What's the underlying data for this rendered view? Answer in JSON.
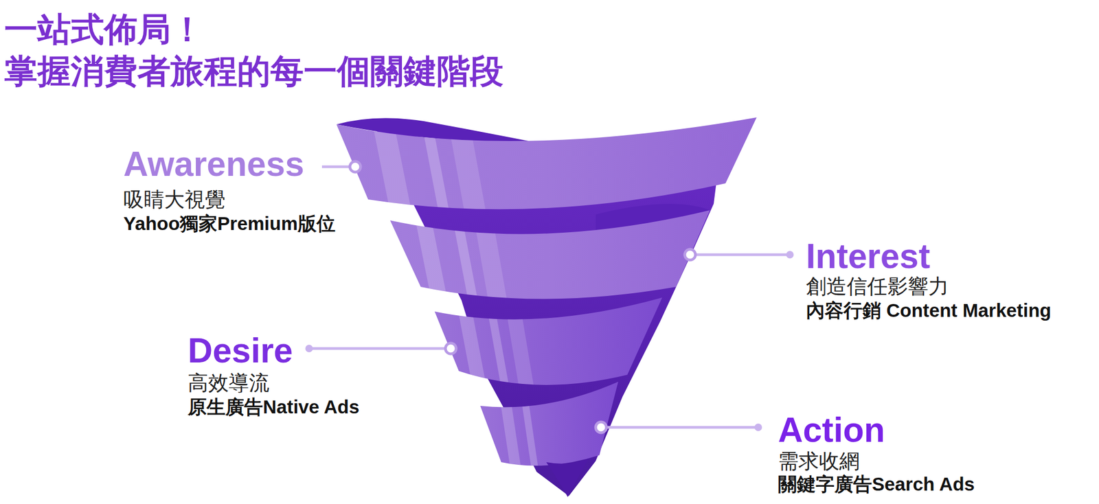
{
  "diagram": {
    "title": "一站式佈局！ 掌握消費者旅程的每一個關鍵階段",
    "labels": [
      "Awareness",
      "吸睛大視覺",
      "Yahoo獨家Premium版位",
      "Interest",
      "創造信任影響力",
      "內容行銷 Content Marketing",
      "Desire",
      "高效導流",
      "原生廣告Native Ads",
      "Action",
      "需求收網",
      "關鍵字廣告Search Ads"
    ]
  }
}
